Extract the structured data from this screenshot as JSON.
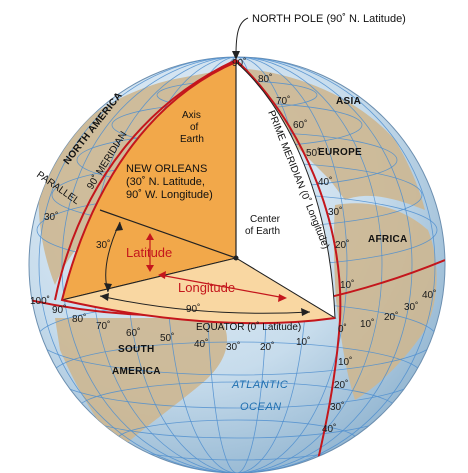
{
  "labels": {
    "north_pole": "NORTH POLE (90˚ N. Latitude)",
    "axis_line1": "Axis",
    "axis_line2": "of",
    "axis_line3": "Earth",
    "meridian_90": "90˚ MERIDIAN",
    "new_orleans_1": "NEW ORLEANS",
    "new_orleans_2": "(30˚ N. Latitude,",
    "new_orleans_3": "90˚ W. Longitude)",
    "parallel": "PARALLEL",
    "center_1": "Center",
    "center_2": "of Earth",
    "prime_meridian": "PRIME MERIDIAN (0˚ Longitude)",
    "latitude": "Latitude",
    "longitude": "Longitude",
    "equator": "EQUATOR (0˚ Latitude)",
    "atlantic_1": "ATLANTIC",
    "atlantic_2": "OCEAN"
  },
  "continents": {
    "north_america": "NORTH AMERICA",
    "south_america_1": "SOUTH",
    "south_america_2": "AMERICA",
    "asia": "ASIA",
    "europe": "EUROPE",
    "africa": "AFRICA"
  },
  "degrees": {
    "top": "90˚",
    "lat_30": "30˚",
    "lat_30_side": "30˚",
    "lon_90": "90˚",
    "pm_80": "80˚",
    "pm_70": "70˚",
    "pm_60": "60˚",
    "pm_50": "50˚",
    "pm_40": "40˚",
    "pm_30": "30˚",
    "pm_20": "20˚",
    "pm_10": "10˚",
    "eq_100": "100˚",
    "eq_90": "90˚",
    "eq_80": "80˚",
    "eq_70": "70˚",
    "eq_60": "60˚",
    "eq_50": "50˚",
    "eq_40": "40˚",
    "eq_30": "30˚",
    "eq_20": "20˚",
    "eq_10": "10˚",
    "eq_0": "0˚",
    "eqe_10": "10˚",
    "eqe_20": "20˚",
    "eqe_30": "30˚",
    "eqe_40": "40˚",
    "s_10": "10˚",
    "s_20": "20˚",
    "s_30": "30˚",
    "s_40": "40˚"
  },
  "colors": {
    "ocean": "#c7dcec",
    "land": "#cdb791",
    "grid": "#4f8fcf",
    "section_upper": "#f2a84a",
    "section_lower": "#f9d7a2",
    "equator_line": "#c4161c",
    "cut_face": "#ffffff"
  }
}
